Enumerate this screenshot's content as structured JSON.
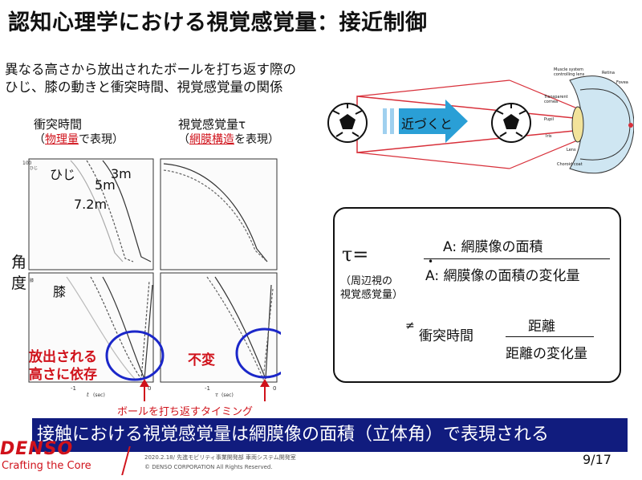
{
  "title": "認知心理学における視覚感覚量：接近制御",
  "intro": {
    "line1": "異なる高さから放出されたボールを打ち返す際の",
    "line2": "ひじ、膝の動きと衝突時間、視覚感覚量の関係"
  },
  "left_column": {
    "heading": "衝突時間",
    "sub_open": "（",
    "sub_red": "物理量",
    "sub_close": "で表現）"
  },
  "right_column": {
    "heading": "視覚感覚量τ",
    "sub_open": "（",
    "sub_red": "網膜構造",
    "sub_close": "を表現）"
  },
  "graph_labels": {
    "elbow": "ひじ",
    "knee": "膝",
    "h3": "3m",
    "h5": "5m",
    "h72": "7.2m",
    "angle1": "角",
    "angle2": "度",
    "tick_elbow": "ひじ",
    "tick_knee": "膝",
    "t100": "100",
    "x_ticks_left": [
      "-1",
      "0"
    ],
    "x_ticks_right": [
      "-1",
      "0"
    ],
    "xlabel_left": "t",
    "xunit_left": "(sec)",
    "xlabel_right": "τ",
    "xunit_right": "(sec)"
  },
  "annotations": {
    "depends1": "放出される",
    "depends2": "高さに依存",
    "invariant": "不変",
    "timing": "ボールを打ち返すタイミング"
  },
  "diagram": {
    "approach_label": "近づくと",
    "eye_labels": {
      "muscle": "Muscle system controlling lens",
      "retina": "Retina",
      "fovea": "Fovea",
      "cornea": "Transparent cornea",
      "pupil": "Pupil",
      "iris": "Iris",
      "lens": "Lens",
      "choroid": "Choroid coat"
    }
  },
  "formula": {
    "tau": "τ=",
    "numerator": "A: 網膜像の面積",
    "denominator": "A: 網膜像の面積の変化量",
    "dot": "•",
    "note1": "（周辺視の",
    "note2": "視覚感覚量）",
    "neq": "≠",
    "collision": "衝突時間",
    "num2": "距離",
    "den2": "距離の変化量"
  },
  "banner": "接触における視覚感覚量は網膜像の面積（立体角）で表現される",
  "footer": {
    "logo": "DENSO",
    "tagline": "Crafting the Core",
    "date_dept": "2020.2.18/ 先進モビリティ事業開発部 車両システム開発室",
    "copyright": "© DENSO CORPORATION All Rights Reserved.",
    "page": "9/17"
  },
  "colors": {
    "accent_red": "#d0121b",
    "banner_blue": "#111c7e",
    "circle_blue": "#1b27c9",
    "diagram_red": "#d8303a"
  }
}
